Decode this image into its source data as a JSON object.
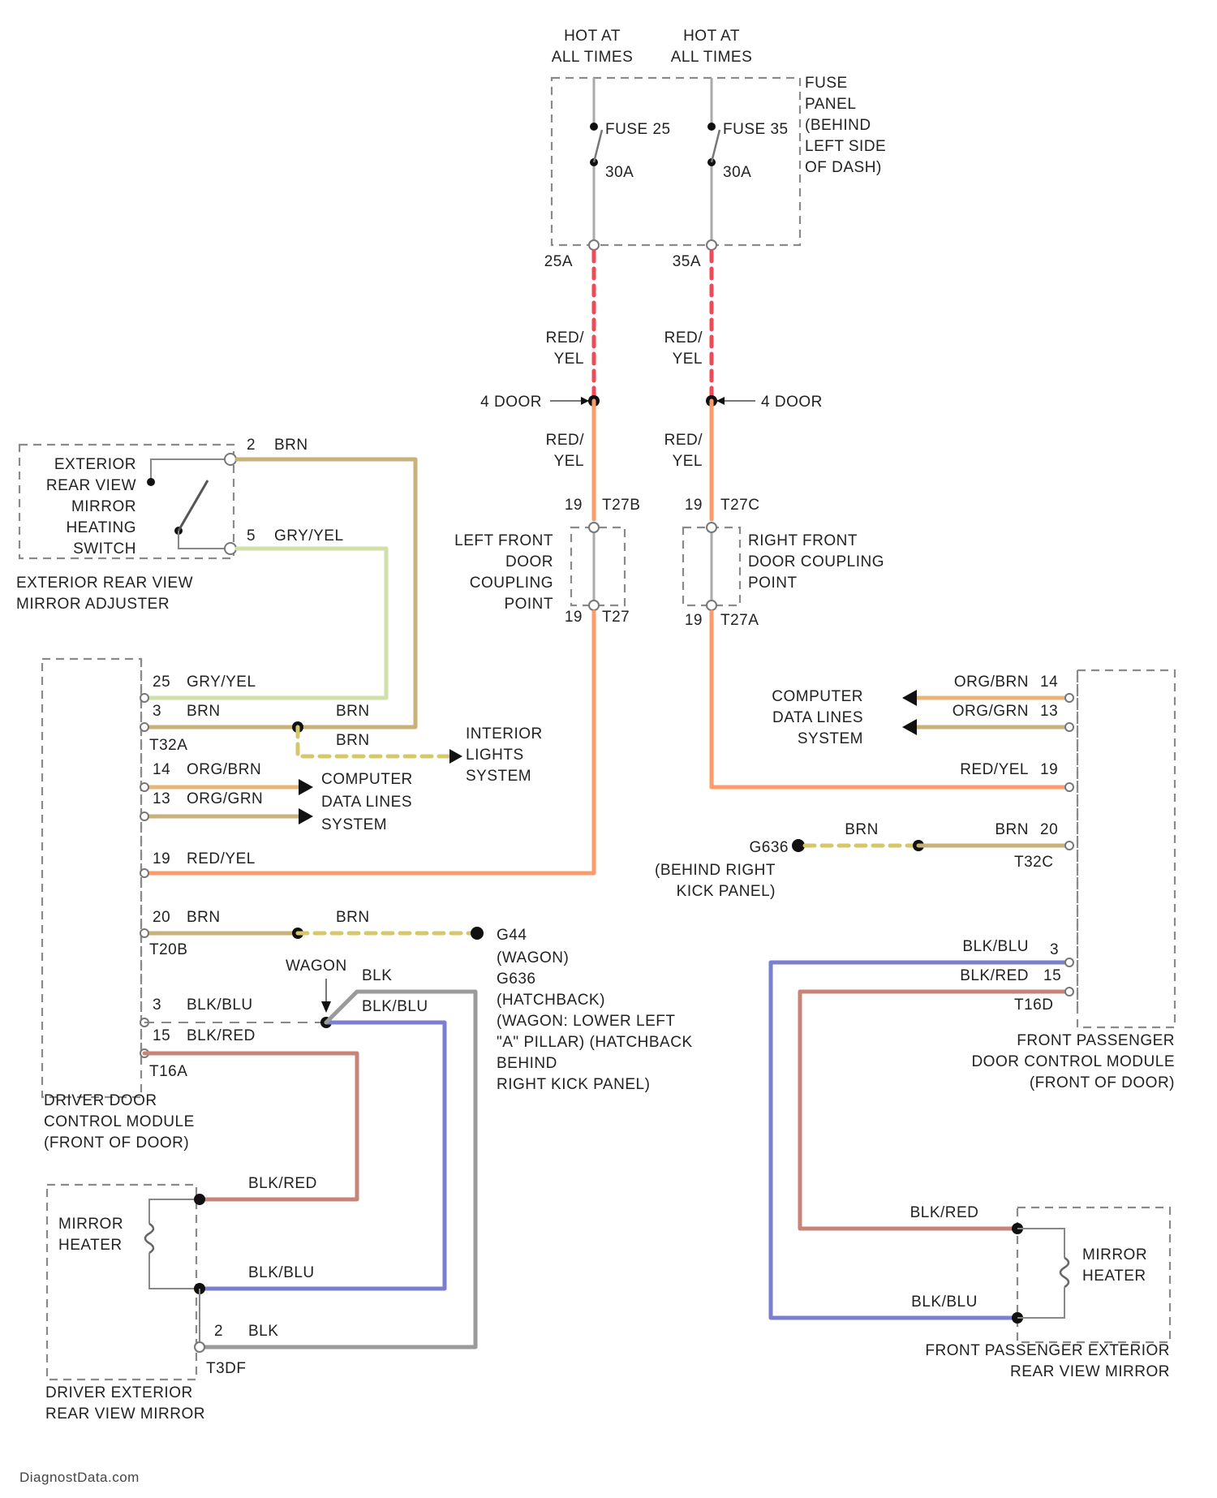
{
  "diagram": {
    "fuse_block": {
      "hot1": [
        "HOT AT",
        "ALL TIMES"
      ],
      "hot2": [
        "HOT AT",
        "ALL TIMES"
      ],
      "fuse1": "FUSE 25",
      "fuse1_amps": "30A",
      "fuse2": "FUSE 35",
      "fuse2_amps": "30A",
      "panel": [
        "FUSE",
        "PANEL",
        "(BEHIND",
        "LEFT SIDE",
        "OF DASH)"
      ],
      "pin1": "25A",
      "pin2": "35A"
    },
    "wires_top": {
      "red_yel1": [
        "RED/",
        "YEL"
      ],
      "red_yel2": [
        "RED/",
        "YEL"
      ],
      "red_yel3": [
        "RED/",
        "YEL"
      ],
      "red_yel4": [
        "RED/",
        "YEL"
      ],
      "four_door_left": "4 DOOR",
      "four_door_right": "4 DOOR"
    },
    "left_coupling": {
      "pin_top": "19",
      "conn_top": "T27B",
      "label": [
        "LEFT FRONT",
        "DOOR",
        "COUPLING",
        "POINT"
      ],
      "pin_bottom": "19",
      "conn_bottom": "T27"
    },
    "right_coupling": {
      "pin_top": "19",
      "conn_top": "T27C",
      "label": [
        "RIGHT FRONT",
        "DOOR COUPLING",
        "POINT"
      ],
      "pin_bottom": "19",
      "conn_bottom": "T27A"
    },
    "mirror_switch": {
      "label": [
        "EXTERIOR",
        "REAR VIEW",
        "MIRROR",
        "HEATING",
        "SWITCH"
      ],
      "adjuster": [
        "EXTERIOR REAR VIEW",
        "MIRROR ADJUSTER"
      ],
      "pin2": "2",
      "brn": "BRN",
      "pin5": "5",
      "gry_yel": "GRY/YEL"
    },
    "driver_module": {
      "p25": "25",
      "p25_color": "GRY/YEL",
      "p3": "3",
      "p3_color": "BRN",
      "brn_right": "BRN",
      "brn_down": "BRN",
      "conn": "T32A",
      "p14": "14",
      "p14_color": "ORG/BRN",
      "p13": "13",
      "p13_color": "ORG/GRN",
      "p19": "19",
      "p19_color": "RED/YEL",
      "p20": "20",
      "p20_color": "BRN",
      "brn_ground": "BRN",
      "conn2": "T20B",
      "p3b": "3",
      "p3b_color": "BLK/BLU",
      "p15": "15",
      "p15_color": "BLK/RED",
      "conn3": "T16A",
      "label": [
        "DRIVER DOOR",
        "CONTROL MODULE",
        "(FRONT OF DOOR)"
      ]
    },
    "interior_lights": [
      "INTERIOR",
      "LIGHTS",
      "SYSTEM"
    ],
    "computer_left": [
      "COMPUTER",
      "DATA LINES",
      "SYSTEM"
    ],
    "ground_left": {
      "id": "G44",
      "text": [
        "(WAGON)",
        "G636",
        "(HATCHBACK)",
        "(WAGON: LOWER LEFT",
        "\"A\" PILLAR) (HATCHBACK",
        "BEHIND",
        "RIGHT KICK PANEL)"
      ],
      "wagon": "WAGON",
      "blk": "BLK",
      "blk_blu": "BLK/BLU"
    },
    "driver_mirror": {
      "heater": [
        "MIRROR",
        "HEATER"
      ],
      "blk_red": "BLK/RED",
      "blk_blu": "BLK/BLU",
      "pin2": "2",
      "blk": "BLK",
      "conn": "T3DF",
      "label": [
        "DRIVER EXTERIOR",
        "REAR VIEW MIRROR"
      ]
    },
    "passenger_module": {
      "computer": [
        "COMPUTER",
        "DATA LINES",
        "SYSTEM"
      ],
      "p14_color": "ORG/BRN",
      "p14": "14",
      "p13_color": "ORG/GRN",
      "p13": "13",
      "p19_color": "RED/YEL",
      "p19": "19",
      "ground": "G636",
      "ground_text": [
        "(BEHIND RIGHT",
        "KICK PANEL)"
      ],
      "brn_left": "BRN",
      "brn_right": "BRN",
      "p20": "20",
      "conn": "T32C",
      "p3_color": "BLK/BLU",
      "p3": "3",
      "p15_color": "BLK/RED",
      "p15": "15",
      "conn2": "T16D",
      "label": [
        "FRONT PASSENGER",
        "DOOR CONTROL MODULE",
        "(FRONT OF DOOR)"
      ]
    },
    "passenger_mirror": {
      "blk_red": "BLK/RED",
      "blk_blu": "BLK/BLU",
      "heater": [
        "MIRROR",
        "HEATER"
      ],
      "label": [
        "FRONT PASSENGER EXTERIOR",
        "REAR VIEW MIRROR"
      ]
    },
    "watermark": "DiagnostData.com"
  },
  "colors": {
    "red_yel": "#ff9a6a",
    "red_dash": "#ef4a58",
    "brn": "#c9b27a",
    "gry_yel": "#cfe0a8",
    "org": "#e8b47a",
    "blk_red": "#c9847a",
    "blk_blu": "#7b7fcf",
    "blk": "#9a9a9a",
    "brn_dash": "#d6c86a"
  }
}
